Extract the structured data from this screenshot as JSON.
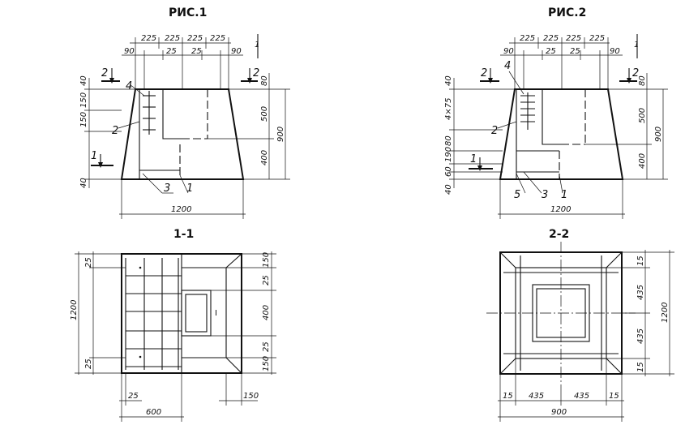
{
  "figures": {
    "fig1": {
      "title": "РИС.1",
      "top_dims": [
        "225",
        "225",
        "225",
        "225"
      ],
      "mid_dims": [
        "90",
        "25",
        "25",
        "90"
      ],
      "left_dims": [
        "40",
        "150",
        "150",
        "40"
      ],
      "right_dims": [
        "80",
        "500",
        "400"
      ],
      "total_height": "900",
      "width": "1200",
      "labels": [
        "2",
        "2",
        "4",
        "2",
        "1",
        "3",
        "1"
      ]
    },
    "fig2": {
      "title": "РИС.2",
      "top_dims": [
        "225",
        "225",
        "225",
        "225"
      ],
      "mid_dims": [
        "90",
        "25",
        "25",
        "90"
      ],
      "left_dims": [
        "40",
        "4×75",
        "80",
        "190",
        "60",
        "40"
      ],
      "right_dims": [
        "80",
        "500",
        "400"
      ],
      "total_height": "900",
      "width": "1200",
      "labels": [
        "2",
        "2",
        "4",
        "2",
        "1",
        "5",
        "3",
        "1"
      ]
    },
    "section11": {
      "title": "1-1",
      "left_dims": [
        "25",
        "1200",
        "25"
      ],
      "right_dims": [
        "150",
        "25",
        "400",
        "25",
        "150"
      ],
      "bottom_dims": [
        "25",
        "600",
        "150"
      ],
      "mark": "I"
    },
    "section22": {
      "title": "2-2",
      "right_dims": [
        "15",
        "435",
        "435",
        "15",
        "1200"
      ],
      "bottom_dims": [
        "15",
        "435",
        "435",
        "15"
      ],
      "width": "900"
    }
  }
}
